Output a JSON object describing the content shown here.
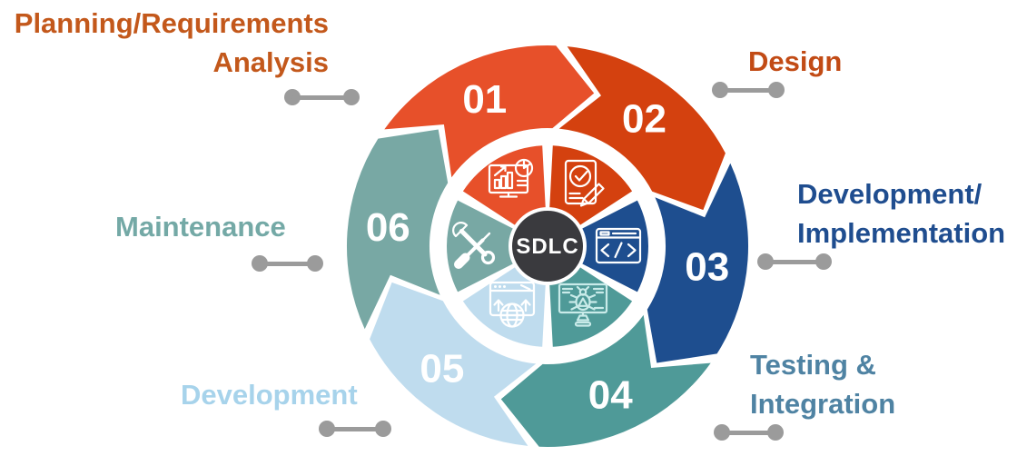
{
  "diagram": {
    "center_label": "SDLC",
    "center_bg": "#3A3A3E",
    "center_text_color": "#FFFFFF",
    "number_color": "#FFFFFF",
    "connector_color": "#9B9B9B",
    "phases": [
      {
        "number": "01",
        "name": "Planning/Requirements Analysis",
        "label_lines": [
          "Planning/Requirements",
          "Analysis"
        ],
        "segment_color": "#E7502A",
        "label_color": "#C3581B",
        "icon": "analytics-monitor-icon"
      },
      {
        "number": "02",
        "name": "Design",
        "label_lines": [
          "Design"
        ],
        "segment_color": "#D4410F",
        "label_color": "#C24B15",
        "icon": "design-document-icon"
      },
      {
        "number": "03",
        "name": "Development/Implementation",
        "label_lines": [
          "Development/",
          "Implementation"
        ],
        "segment_color": "#1E4E8F",
        "label_color": "#1F4D8F",
        "icon": "code-window-icon"
      },
      {
        "number": "04",
        "name": "Testing & Integration",
        "label_lines": [
          "Testing &",
          "Integration"
        ],
        "segment_color": "#4F9A98",
        "label_color": "#4F83A3",
        "icon": "bug-testing-icon"
      },
      {
        "number": "05",
        "name": "Development",
        "label_lines": [
          "Development"
        ],
        "segment_color": "#BFDCEE",
        "label_color": "#A7D3EB",
        "icon": "deploy-globe-icon"
      },
      {
        "number": "06",
        "name": "Maintenance",
        "label_lines": [
          "Maintenance"
        ],
        "segment_color": "#78A8A4",
        "label_color": "#74A9A6",
        "icon": "tools-maintenance-icon"
      }
    ]
  }
}
